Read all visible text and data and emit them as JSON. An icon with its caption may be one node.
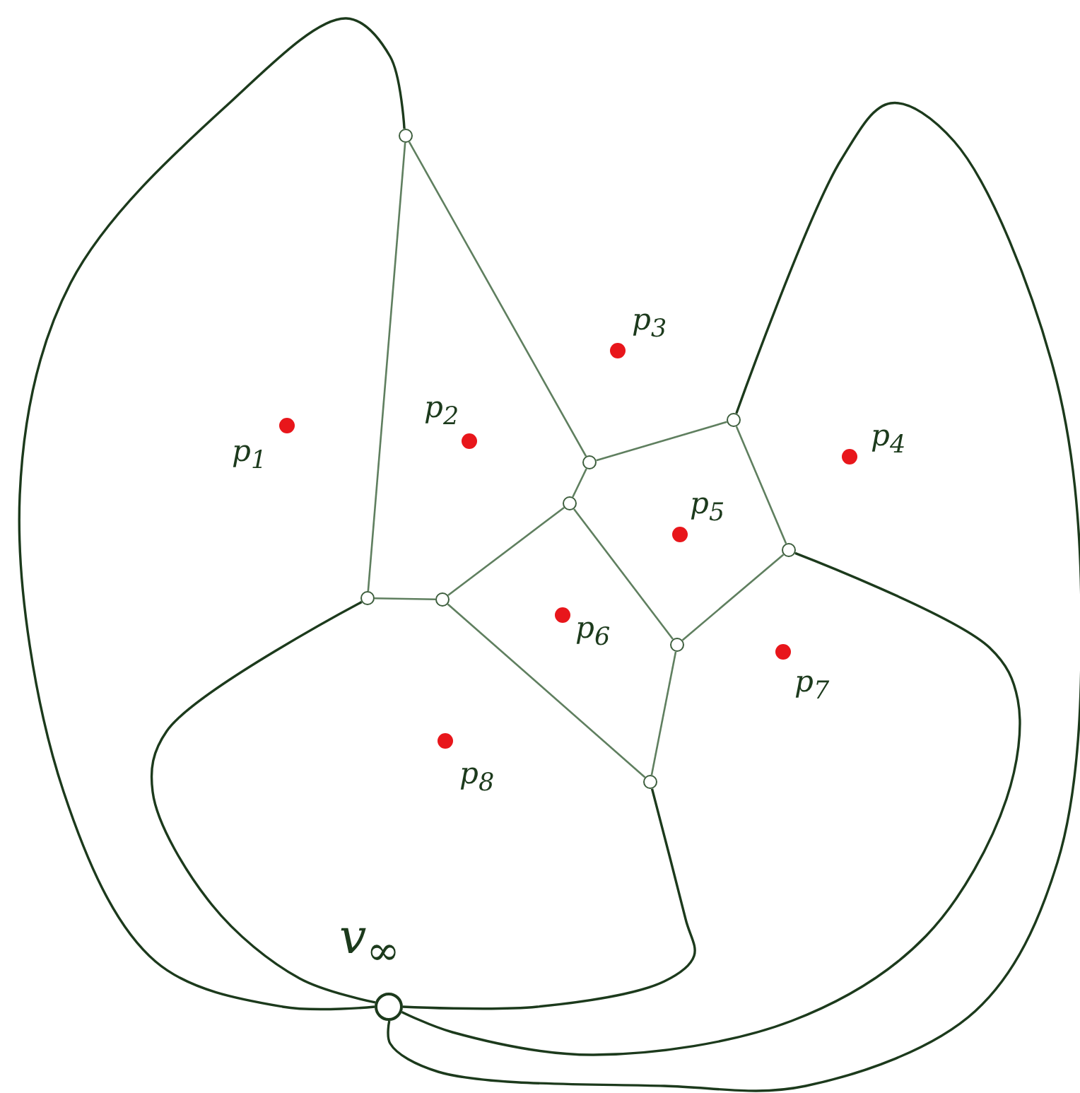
{
  "diagram": {
    "nodes": [
      {
        "text": [],
        "shape": "circle"
      },
      {
        "text": [],
        "shape": "circle"
      },
      {
        "text": [],
        "shape": "circle"
      },
      {
        "text": [],
        "shape": "circle"
      },
      {
        "text": [],
        "shape": "circle"
      },
      {
        "text": [],
        "shape": "circle"
      },
      {
        "text": [],
        "shape": "circle"
      },
      {
        "text": [],
        "shape": "circle"
      },
      {
        "text": [],
        "shape": "circle"
      },
      {
        "text": [
          "v$_{∞}$"
        ]
      }
    ],
    "edges": [
      {
        "from": 0,
        "to": 2,
        "arrow": "none"
      },
      {
        "from": 0,
        "to": 5,
        "arrow": "none"
      },
      {
        "from": 2,
        "to": 1,
        "arrow": "none"
      },
      {
        "from": 2,
        "to": 3,
        "arrow": "none"
      },
      {
        "from": 1,
        "to": 4,
        "arrow": "none"
      },
      {
        "from": 3,
        "to": 6,
        "arrow": "none"
      },
      {
        "from": 3,
        "to": 7,
        "arrow": "none"
      },
      {
        "from": 4,
        "to": 7,
        "arrow": "none"
      },
      {
        "from": 5,
        "to": 6,
        "arrow": "none"
      },
      {
        "from": 6,
        "to": 8,
        "arrow": "none"
      },
      {
        "from": 7,
        "to": 8,
        "arrow": "none"
      },
      {
        "from": 0,
        "to": 9,
        "arrow": "none",
        "color": "#1c3a1c"
      },
      {
        "from": 1,
        "to": 9,
        "arrow": "none",
        "color": "#1c3a1c"
      },
      {
        "from": 4,
        "to": 9,
        "arrow": "none",
        "color": "#1c3a1c"
      },
      {
        "from": 5,
        "to": 9,
        "arrow": "none",
        "color": "#1c3a1c"
      },
      {
        "from": 8,
        "to": 9,
        "arrow": "none",
        "color": "#1c3a1c"
      }
    ],
    "labels": [
      "p$_{3}$",
      "p$_{2}$",
      "p$_{1}$",
      "p$_{4}$",
      "p$_{5}$",
      "p$_{6}$",
      "p$_{7}$",
      "p$_{8}$"
    ]
  }
}
